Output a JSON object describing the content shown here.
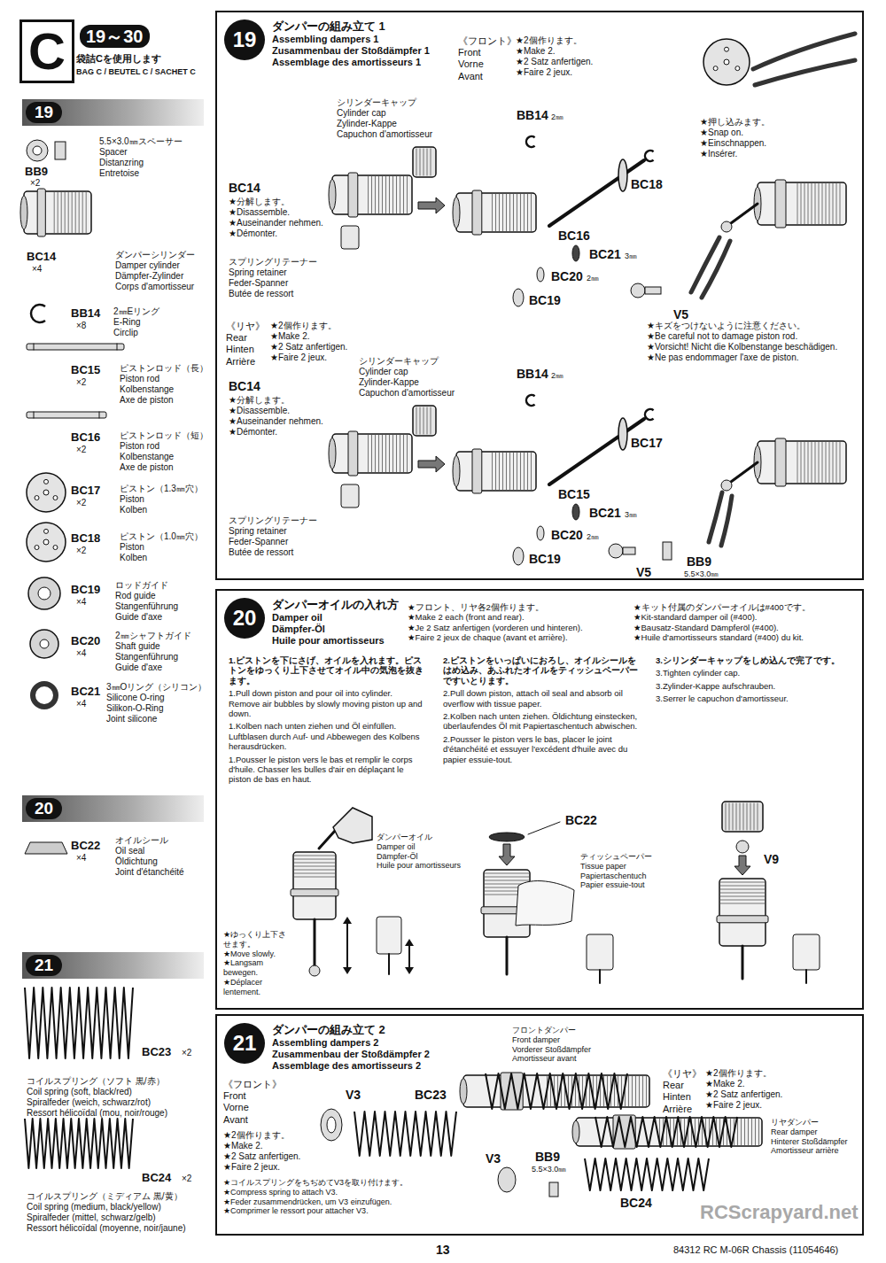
{
  "diagram": {
    "nodes": [
      {
        "text": [
          "C"
        ]
      },
      {
        "text": [
          "19"
        ]
      },
      {
        "text": [
          "20"
        ]
      },
      {
        "text": [
          "21"
        ]
      },
      {
        "text": [
          "ダンパーの組み立て 1",
          "Assembling dampers 1",
          "Zusammenbau der Stoßdämpfer 1",
          "Assemblage des amortisseurs 1"
        ]
      },
      {
        "text": [
          "19"
        ],
        "in": 4
      },
      {
        "text": [
          "ダンパーオイルの入れ方",
          "Damper oil",
          "Dämpfer-Öl",
          "Huile pour amortisseurs"
        ]
      },
      {
        "text": [
          "20"
        ],
        "in": 6
      },
      {
        "text": [
          "ダンパーの組み立て 2",
          "Assembling dampers 2",
          "Zusammenbau der Stoßdämpfer 2",
          "Assemblage des amortisseurs 2"
        ]
      },
      {
        "text": [
          "21"
        ],
        "in": 8
      }
    ],
    "labels": [
      "19～30",
      "袋詰Cを使用します",
      "BAG C / BEUTEL C / SACHET C",
      "BB9",
      "×2",
      "5.5×3.0㎜スペーサー",
      "Spacer",
      "Distanzring",
      "Entretoise",
      "BC14",
      "×4",
      "ダンパーシリンダー",
      "Damper cylinder",
      "Dämpfer-Zylinder",
      "Corps d'amortisseur",
      "BB14",
      "×8",
      "2㎜Eリング",
      "E-Ring",
      "Circlip",
      "BC15",
      "×2",
      "ピストンロッド（長）",
      "Piston rod",
      "Kolbenstange",
      "Axe de piston",
      "BC16",
      "×2",
      "ピストンロッド（短）",
      "Piston rod",
      "Kolbenstange",
      "Axe de piston",
      "BC17",
      "×2",
      "ピストン（1.3㎜穴）",
      "Piston",
      "Kolben",
      "BC18",
      "×2",
      "ピストン（1.0㎜穴）",
      "Piston",
      "Kolben",
      "BC19",
      "×4",
      "ロッドガイド",
      "Rod guide",
      "Stangenführung",
      "Guide d'axe",
      "BC20",
      "×4",
      "2㎜シャフトガイド",
      "Shaft guide",
      "Stangenführung",
      "Guide d'axe",
      "BC21",
      "×4",
      "3㎜Oリング（シリコン）",
      "Silicone O-ring",
      "Silikon-O-Ring",
      "Joint silicone",
      "BC22",
      "×4",
      "オイルシール",
      "Oil seal",
      "Öldichtung",
      "Joint d'étanchéité",
      "BC23",
      "×2",
      "コイルスプリング（ソフト 黒/赤）",
      "Coil spring (soft, black/red)",
      "Spiralfeder (weich, schwarz/rot)",
      "Ressort hélicoïdal (mou, noir/rouge)",
      "BC24",
      "×2",
      "コイルスプリング（ミディアム 黒/黄）",
      "Coil spring (medium, black/yellow)",
      "Spiralfeder (mittel, schwarz/gelb)",
      "Ressort hélicoïdal (moyenne, noir/jaune)",
      "《フロント》",
      "Front",
      "Vorne",
      "Avant",
      "★2個作ります。",
      "★Make 2.",
      "★2 Satz anfertigen.",
      "★Faire 2 jeux.",
      "★押し込みます。",
      "★Snap on.",
      "★Einschnappen.",
      "★Insérer.",
      "BC14",
      "★分解します。",
      "★Disassemble.",
      "★Auseinander nehmen.",
      "★Démonter.",
      "シリンダーキャップ",
      "Cylinder cap",
      "Zylinder-Kappe",
      "Capuchon d'amortisseur",
      "BB14",
      "2㎜",
      "BC18",
      "BC16",
      "スプリングリテーナー",
      "Spring retainer",
      "Feder-Spanner",
      "Butée de ressort",
      "BC21",
      "3㎜",
      "BC20",
      "2㎜",
      "BC19",
      "V5",
      "★キズをつけないように注意ください。",
      "★Be careful not to damage piston rod.",
      "★Vorsicht! Nicht die Kolbenstange beschädigen.",
      "★Ne pas endommager l'axe de piston.",
      "《リヤ》",
      "Rear",
      "Hinten",
      "Arrière",
      "★2個作ります。",
      "★Make 2.",
      "★2 Satz anfertigen.",
      "★Faire 2 jeux.",
      "BC14",
      "★分解します。",
      "★Disassemble.",
      "★Auseinander nehmen.",
      "★Démonter.",
      "シリンダーキャップ",
      "Cylinder cap",
      "Zylinder-Kappe",
      "Capuchon d'amortisseur",
      "BB14",
      "2㎜",
      "BC17",
      "BC15",
      "スプリングリテーナー",
      "Spring retainer",
      "Feder-Spanner",
      "Butée de ressort",
      "BC21",
      "3㎜",
      "BC20",
      "2㎜",
      "BC19",
      "V5",
      "BB9",
      "5.5×3.0㎜",
      "★フロント、リヤ各2個作ります。",
      "★Make 2 each (front and rear).",
      "★Je 2 Satz anfertigen (vorderen und hinteren).",
      "★Faire 2 jeux de chaque (avant et arrière).",
      "★キット付属のダンパーオイルは#400です。",
      "★Kit-standard damper oil (#400).",
      "★Bausatz-Standard Dämpferöl (#400).",
      "★Huile d'amortisseurs standard (#400) du kit.",
      "1.ピストンを下にさげ、オイルを入れます。ピストンをゆっくり上下させてオイル中の気泡を抜きます。",
      "1.Pull down piston and pour oil into cylinder. Remove air bubbles by slowly moving piston up and down.",
      "1.Kolben nach unten ziehen und Öl einfüllen. Luftblasen durch Auf- und Abbewegen des Kolbens herausdrücken.",
      "1.Pousser le piston vers le bas et remplir le corps d'huile. Chasser les bulles d'air en déplaçant le piston de bas en haut.",
      "2.ピストンをいっぱいにおろし、オイルシールをはめ込み、あふれたオイルをティッシュペーパーですいとります。",
      "2.Pull down piston, attach oil seal and absorb oil overflow with tissue paper.",
      "2.Kolben nach unten ziehen. Öldichtung einstecken, überlaufendes Öl mit Papiertaschentuch abwischen.",
      "2.Pousser le piston vers le bas, placer le joint d'étanchéité et essuyer l'excédent d'huile avec du papier essuie-tout.",
      "3.シリンダーキャップをしめ込んで完了です。",
      "3.Tighten cylinder cap.",
      "3.Zylinder-Kappe aufschrauben.",
      "3.Serrer le capuchon d'amortisseur.",
      "ダンパーオイル",
      "Damper oil",
      "Dämpfer-Öl",
      "Huile pour amortisseurs",
      "BC22",
      "ティッシュペーパー",
      "Tissue paper",
      "Papiertaschentuch",
      "Papier essuie-tout",
      "V9",
      "★ゆっくり上下させます。",
      "★Move slowly.",
      "★Langsam bewegen.",
      "★Déplacer lentement.",
      "《フロント》",
      "Front",
      "Vorne",
      "Avant",
      "★2個作ります。",
      "★Make 2.",
      "★2 Satz anfertigen.",
      "★Faire 2 jeux.",
      "★コイルスプリングをちぢめてV3を取り付けます。",
      "★Compress spring to attach V3.",
      "★Feder zusammendrücken, um V3 einzufügen.",
      "★Comprimer le ressort pour attacher V3.",
      "V3",
      "BC23",
      "フロントダンパー",
      "Front damper",
      "Vorderer Stoßdämpfer",
      "Amortisseur avant",
      "《リヤ》",
      "Rear",
      "Hinten",
      "Arrière",
      "★2個作ります。",
      "★Make 2.",
      "★2 Satz anfertigen.",
      "★Faire 2 jeux.",
      "V3",
      "BB9",
      "5.5×3.0㎜",
      "BC24",
      "リヤダンパー",
      "Rear damper",
      "Hinterer Stoßdämpfer",
      "Amortisseur arrière",
      "RCScrapyard.net",
      "13",
      "84312 RC M-06R Chassis (11054646)"
    ]
  }
}
